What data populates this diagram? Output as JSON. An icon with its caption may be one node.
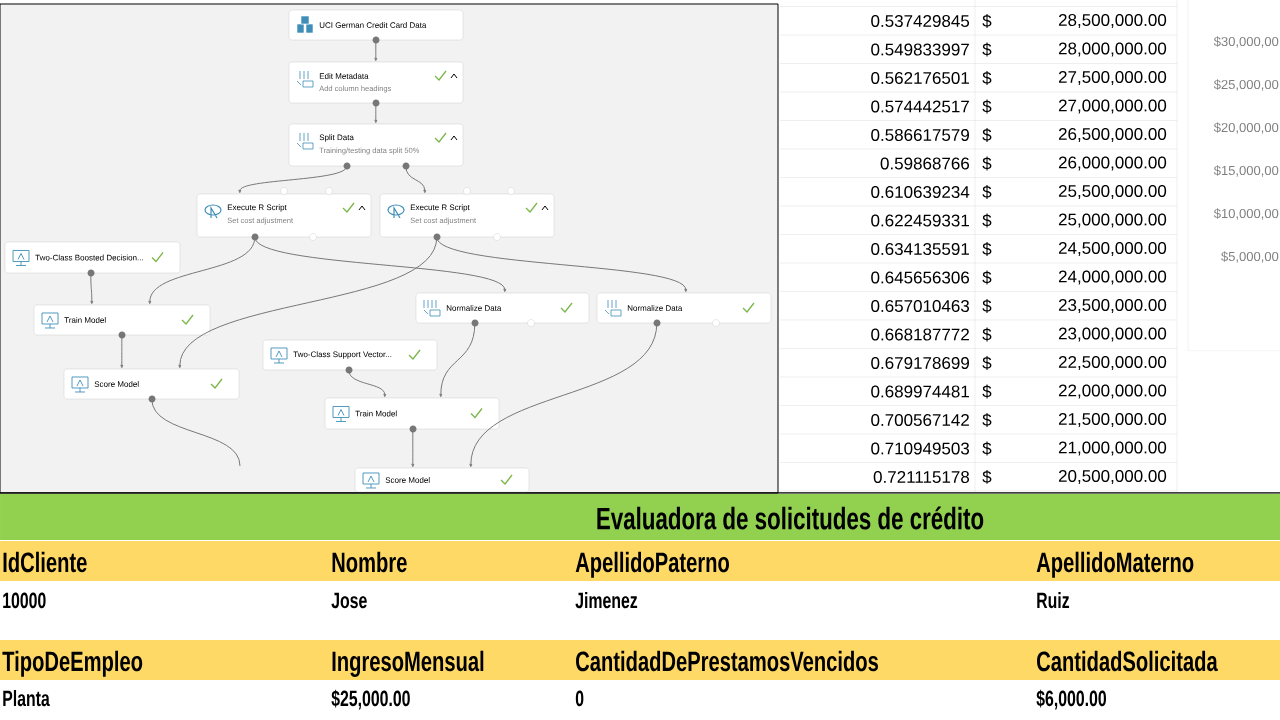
{
  "diagram": {
    "nodes": [
      {
        "text": [
          "UCI German Credit Card Data"
        ]
      },
      {
        "text": [
          "Edit Metadata",
          "Add column headings"
        ]
      },
      {
        "text": [
          "Split Data",
          "Training/testing data split 50%"
        ]
      },
      {
        "text": [
          "Execute R Script",
          "Set cost adjustment"
        ]
      },
      {
        "text": [
          "Execute R Script",
          "Set cost adjustment"
        ]
      },
      {
        "text": [
          "Two-Class Boosted Decision..."
        ]
      },
      {
        "text": [
          "Train Model"
        ]
      },
      {
        "text": [
          "Normalize Data"
        ]
      },
      {
        "text": [
          "Normalize Data"
        ]
      },
      {
        "text": [
          "Score Model"
        ]
      },
      {
        "text": [
          "Two-Class Support Vector..."
        ]
      },
      {
        "text": [
          "Train Model"
        ]
      },
      {
        "text": [
          "Score Model"
        ]
      }
    ],
    "edges": [
      {
        "from": 0,
        "to": 1,
        "arrow": "to"
      },
      {
        "from": 1,
        "to": 2,
        "arrow": "to"
      },
      {
        "from": 2,
        "to": 3,
        "arrow": "to"
      },
      {
        "from": 2,
        "to": 4,
        "arrow": "to"
      },
      {
        "from": 5,
        "to": 6,
        "arrow": "to"
      },
      {
        "from": 3,
        "to": 6,
        "arrow": "to"
      },
      {
        "from": 3,
        "to": 7,
        "arrow": "to"
      },
      {
        "from": 4,
        "to": 9,
        "arrow": "to"
      },
      {
        "from": 4,
        "to": 8,
        "arrow": "to"
      },
      {
        "from": 6,
        "to": 9,
        "arrow": "to"
      },
      {
        "from": 10,
        "to": 11,
        "arrow": "to"
      },
      {
        "from": 7,
        "to": 11,
        "arrow": "to"
      },
      {
        "from": 11,
        "to": 12,
        "arrow": "to"
      },
      {
        "from": 8,
        "to": 12,
        "arrow": "to"
      },
      {
        "from": 9,
        "to": null,
        "arrow": "none"
      }
    ],
    "labels": [
      "0.537429845",
      "$",
      "28,500,000.00",
      "0.549833997",
      "$",
      "28,000,000.00",
      "0.562176501",
      "$",
      "27,500,000.00",
      "0.574442517",
      "$",
      "27,000,000.00",
      "0.586617579",
      "$",
      "26,500,000.00",
      "0.59868766",
      "$",
      "26,000,000.00",
      "0.610639234",
      "$",
      "25,500,000.00",
      "0.622459331",
      "$",
      "25,000,000.00",
      "0.634135591",
      "$",
      "24,500,000.00",
      "0.645656306",
      "$",
      "24,000,000.00",
      "0.657010463",
      "$",
      "23,500,000.00",
      "0.668187772",
      "$",
      "23,000,000.00",
      "0.679178699",
      "$",
      "22,500,000.00",
      "0.689974481",
      "$",
      "22,000,000.00",
      "0.700567142",
      "$",
      "21,500,000.00",
      "0.710949503",
      "$",
      "21,000,000.00",
      "0.721115178",
      "$",
      "20,500,000.00",
      "$30,000,00",
      "$25,000,00",
      "$20,000,00",
      "$15,000,00",
      "$10,000,00",
      "$5,000,00",
      "Evaluadora de solicitudes de crédito",
      "IdCliente",
      "Nombre",
      "ApellidoPaterno",
      "ApellidoMaterno",
      "10000",
      "Jose",
      "Jimenez",
      "Ruiz",
      "TipoDeEmpleo",
      "IngresoMensual",
      "CantidadDePrestamosVencidos",
      "CantidadSolicitada",
      "Planta",
      "$25,000.00",
      "0",
      "$6,000.00"
    ]
  }
}
